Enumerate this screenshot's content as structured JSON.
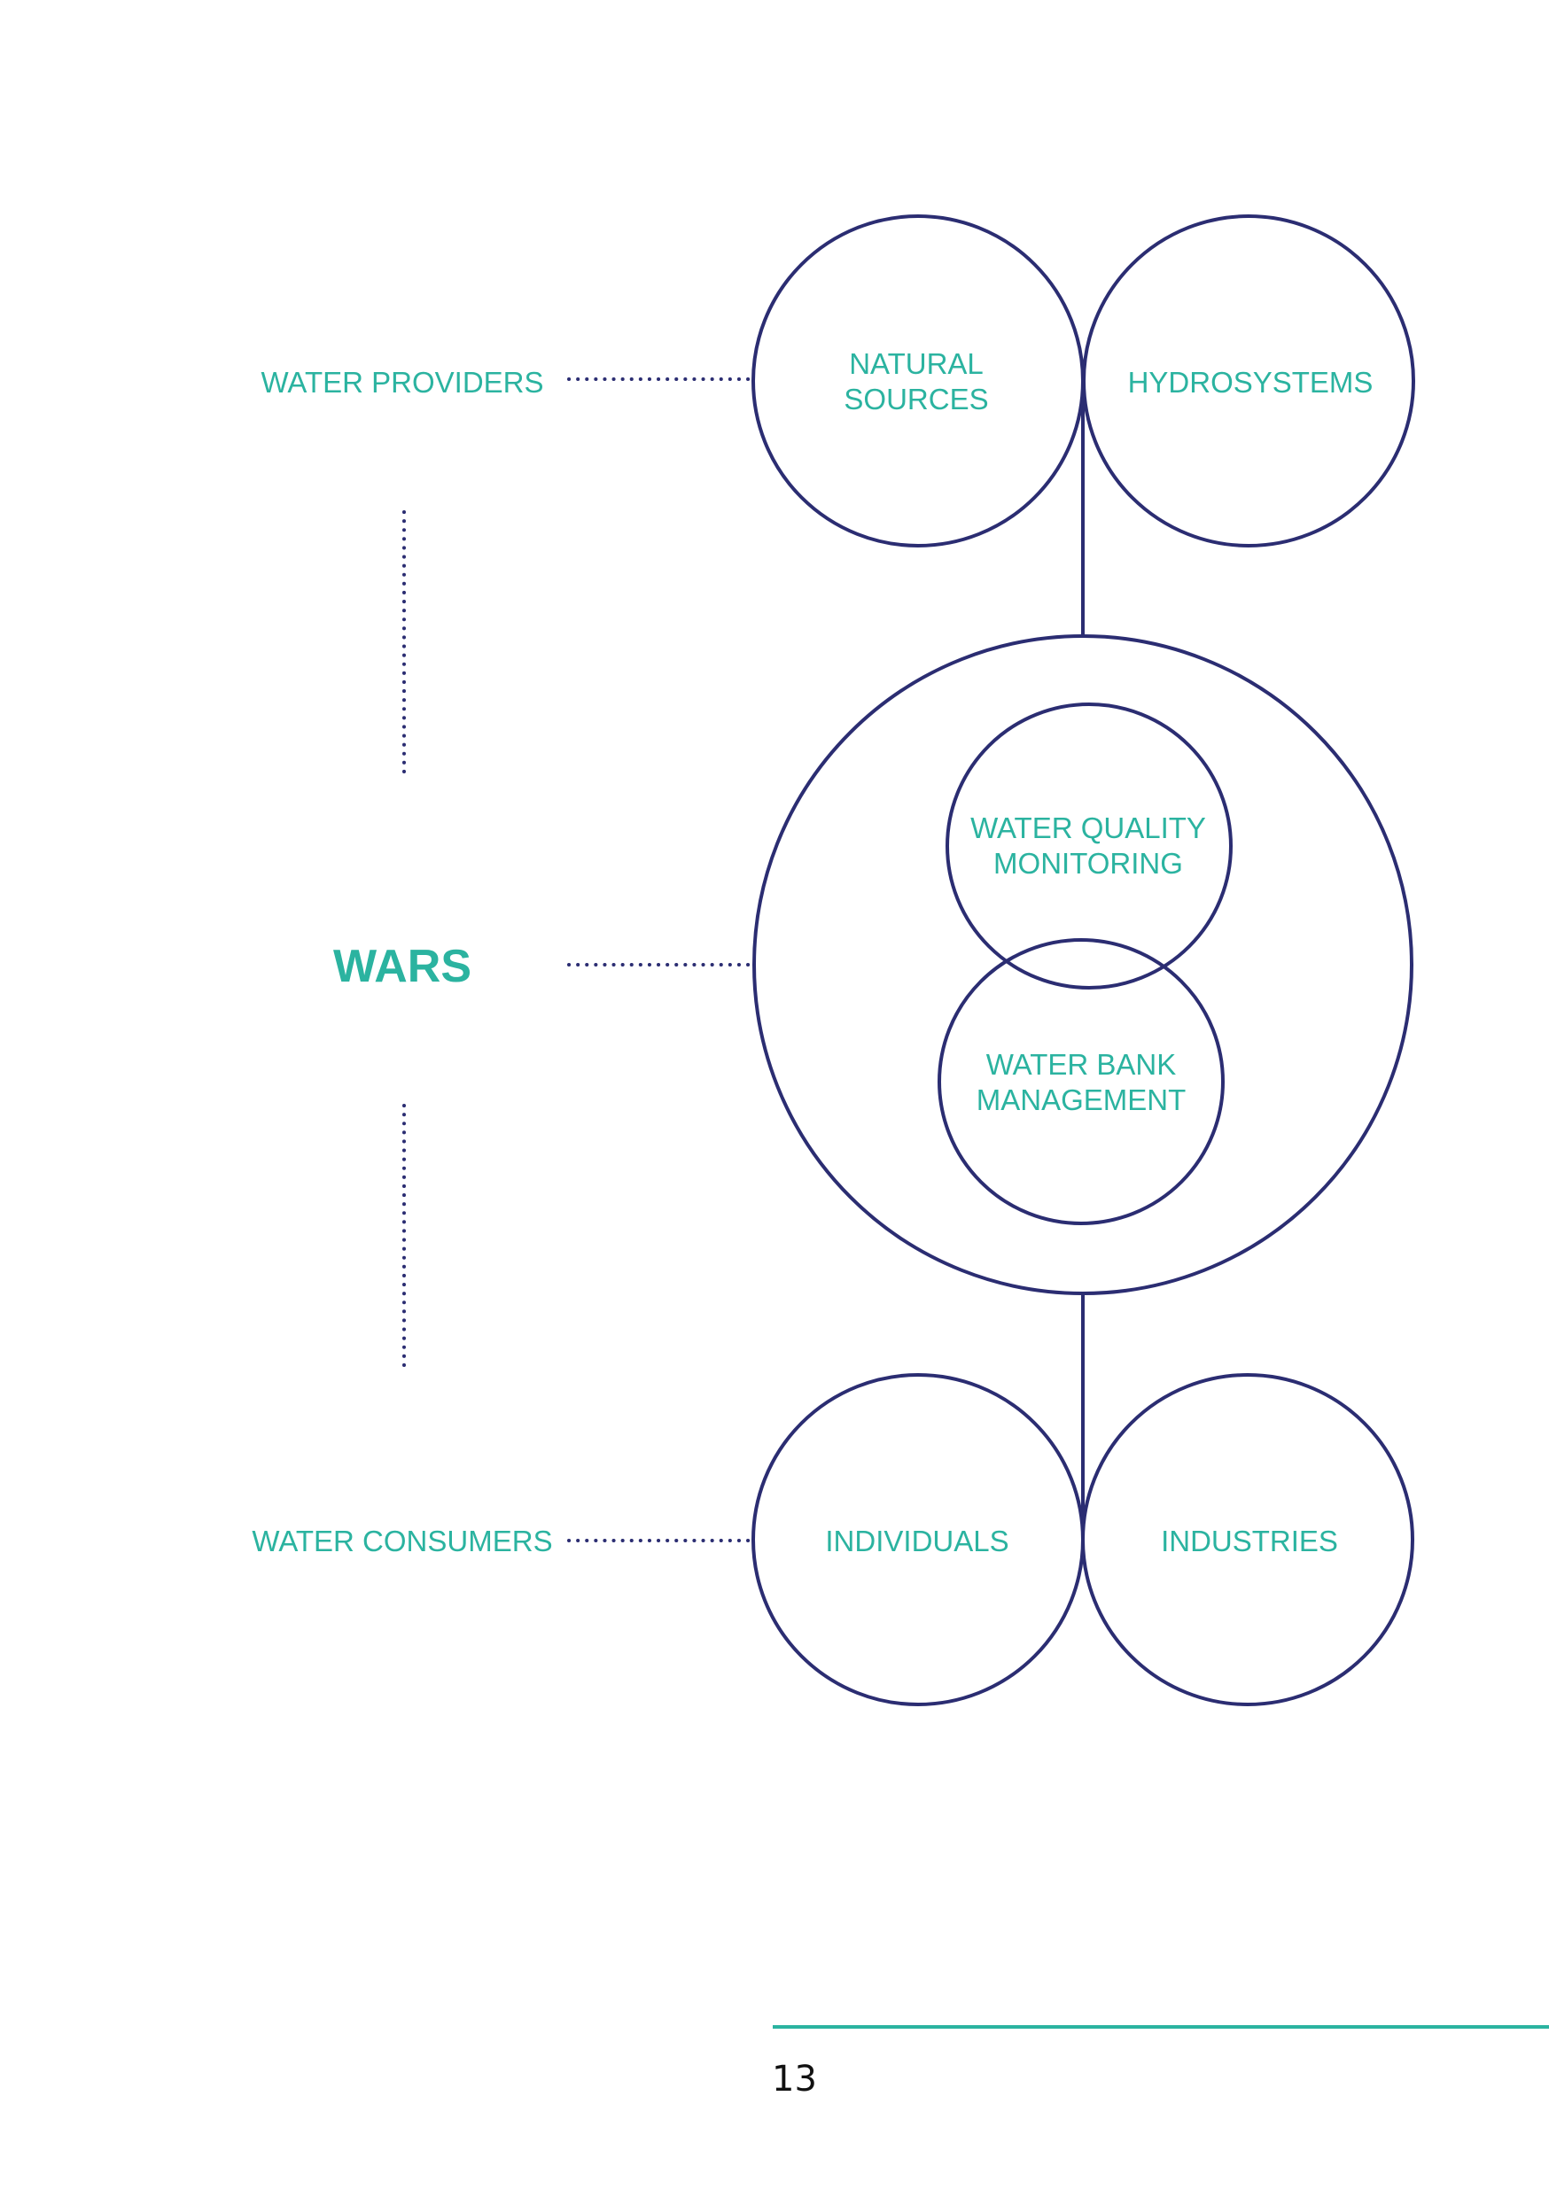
{
  "roles": {
    "providers": "WATER PROVIDERS",
    "wars": "WARS",
    "consumers": "WATER CONSUMERS"
  },
  "providers": {
    "natural_sources": [
      "NATURAL",
      "SOURCES"
    ],
    "hydrosystems": "HYDROSYSTEMS"
  },
  "wars_modules": {
    "water_quality": [
      "WATER QUALITY",
      "MONITORING"
    ],
    "water_bank": [
      "WATER BANK",
      "MANAGEMENT"
    ]
  },
  "consumers": {
    "individuals": "INDIVIDUALS",
    "industries": "INDUSTRIES"
  },
  "footer": {
    "page_number": "13"
  },
  "colors": {
    "label": "#2bb3a0",
    "outline": "#2b2d72",
    "rule": "#2bb3a0"
  }
}
